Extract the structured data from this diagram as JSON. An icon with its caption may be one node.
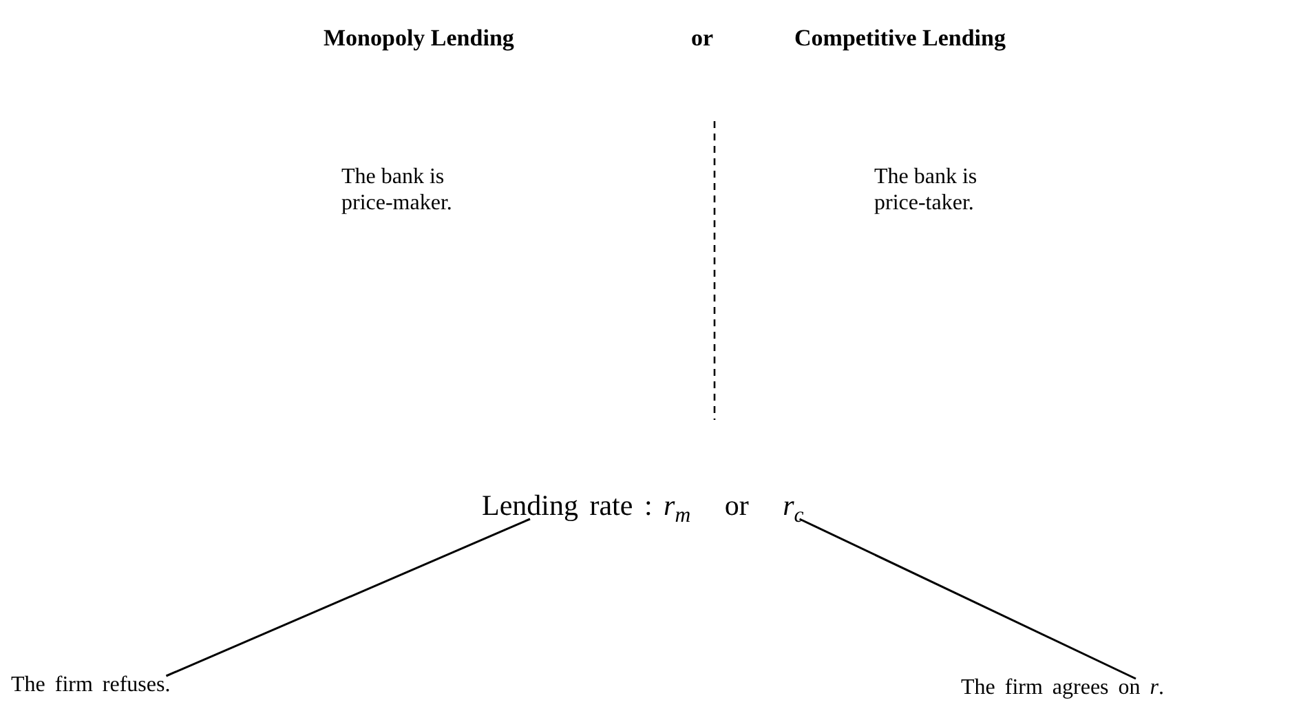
{
  "diagram": {
    "nodes": [
      {
        "text": [
          "Lending rate : *r*$_{m}$   or   *r*$_{c}$"
        ]
      },
      {
        "text": [
          "The firm refuses."
        ]
      },
      {
        "text": [
          "The firm agrees on *r*."
        ]
      }
    ],
    "edges": [
      {
        "from": 0,
        "to": 1,
        "arrow": "none"
      },
      {
        "from": 0,
        "to": 2,
        "arrow": "none"
      }
    ],
    "labels": [
      "Monopoly Lending",
      "or",
      "Competitive Lending",
      "The bank is price-maker.",
      "The bank is price-taker."
    ]
  }
}
